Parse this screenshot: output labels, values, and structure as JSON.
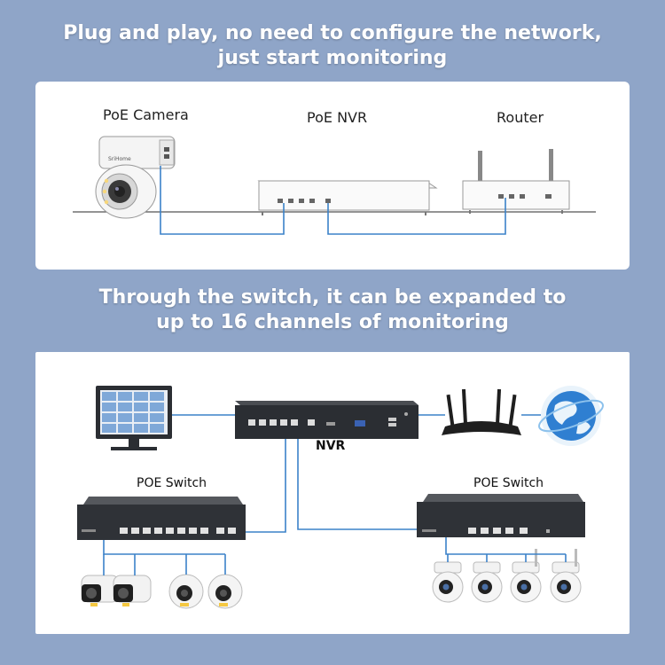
{
  "headline_1": {
    "line1": "Plug and play, no need to configure the network,",
    "line2": "just start monitoring"
  },
  "headline_2": {
    "line1": "Through the switch, it can be expanded to",
    "line2": "up to 16 channels of monitoring"
  },
  "top_diagram": {
    "camera_label": "PoE Camera",
    "nvr_label": "PoE NVR",
    "router_label": "Router"
  },
  "bottom_diagram": {
    "nvr_label": "NVR",
    "left_switch_label": "POE Switch",
    "right_switch_label": "POE Switch"
  },
  "colors": {
    "background": "#8fa5c8",
    "cable": "#3b82c9",
    "device_dark": "#2b2e33"
  }
}
